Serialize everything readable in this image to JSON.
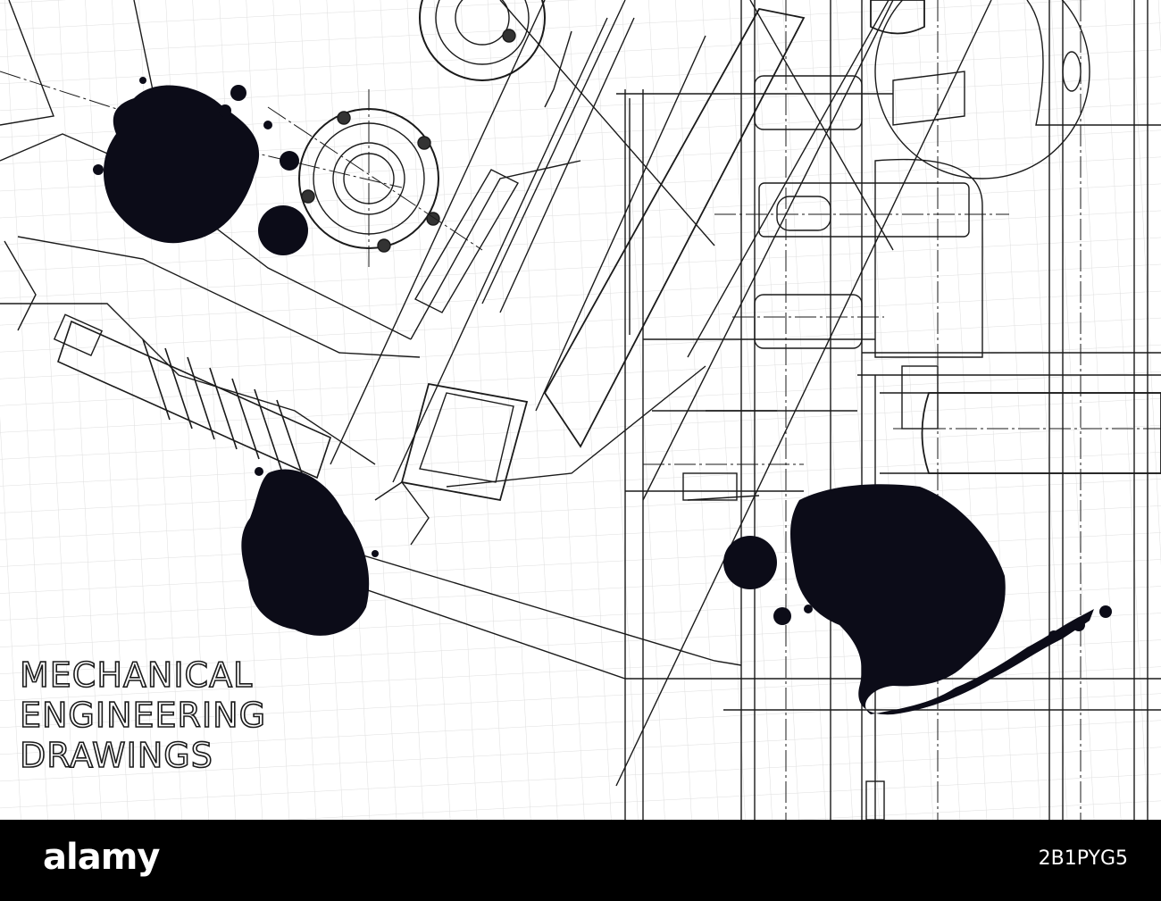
{
  "title_lines": [
    "MECHANICAL",
    "ENGINEERING",
    "DRAWINGS"
  ],
  "watermark": {
    "logo_text": "alamy",
    "image_id": "2B1PYG5"
  },
  "colors": {
    "ink": "#0d0d1a",
    "grid": "#dcdcdc",
    "line": "#1a1a1a",
    "footer": "#000000"
  }
}
